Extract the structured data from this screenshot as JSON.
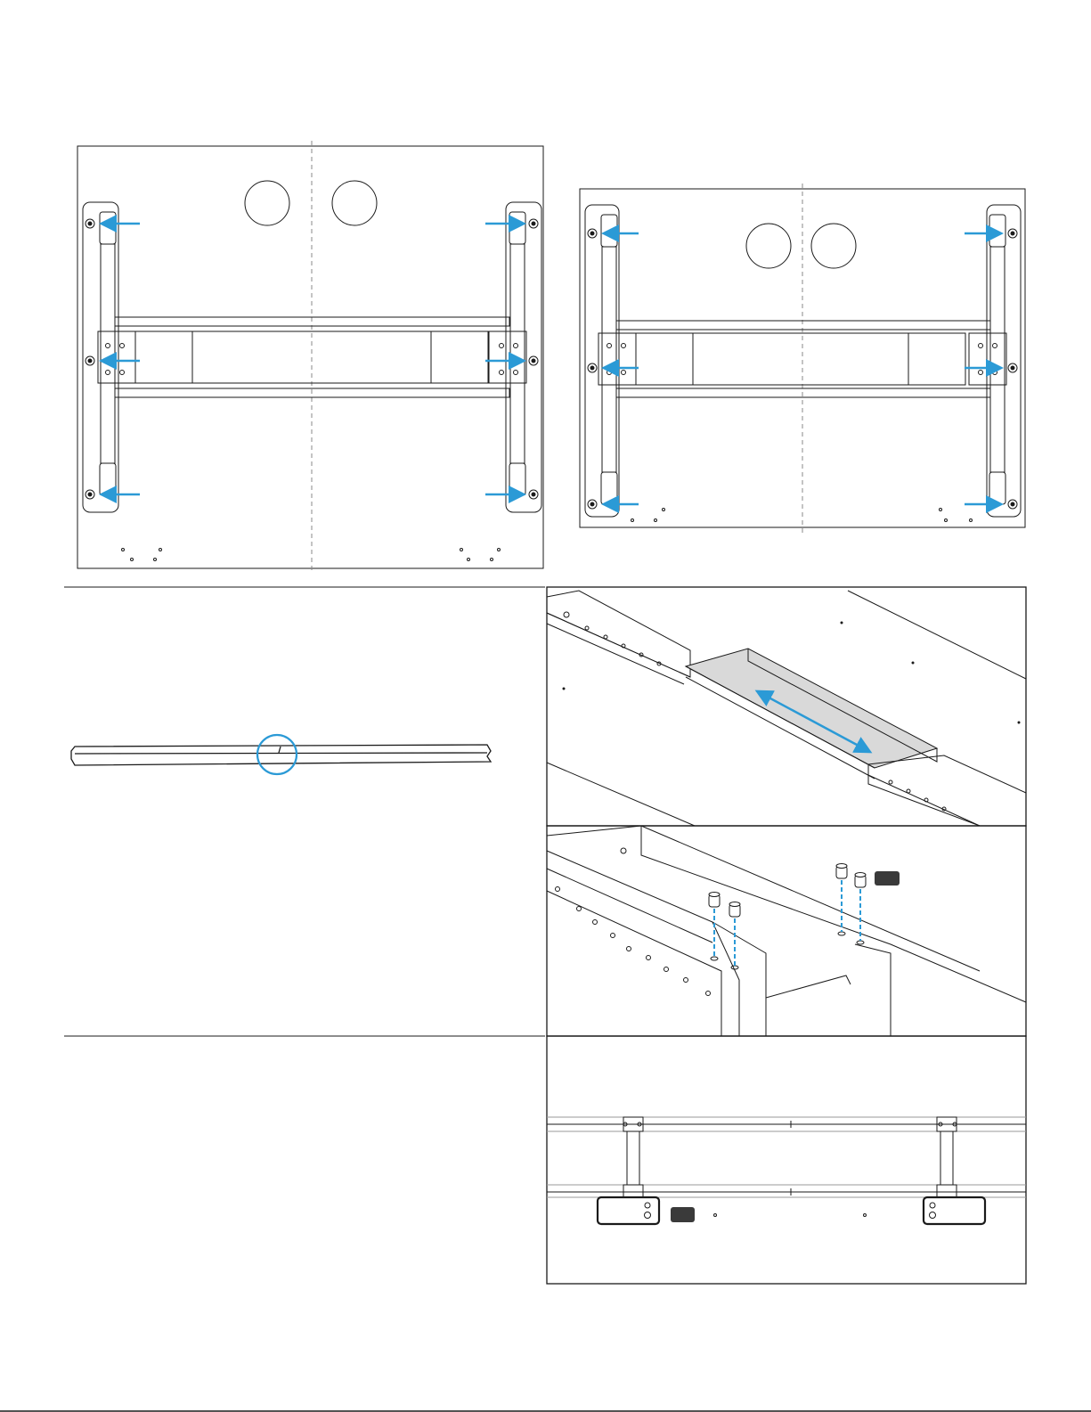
{
  "colors": {
    "line": "#1a1a1a",
    "accent": "#2b9ad6",
    "panel_fill": "#d9d9d9",
    "tag_fill": "#3a3a3a"
  },
  "figures": [
    {
      "name": "desk-frame-top-view-narrow",
      "arrows": 6,
      "grommets": 2
    },
    {
      "name": "desk-frame-top-view-wide",
      "arrows": 6,
      "grommets": 2
    },
    {
      "name": "rail-profile-detail",
      "highlight": "circle"
    },
    {
      "name": "rail-extension-perspective",
      "arrow": "double"
    },
    {
      "name": "rail-screw-insertion",
      "screws": 4
    },
    {
      "name": "rail-bracket-front-view",
      "brackets": 2
    }
  ],
  "icons": [
    "arrow-left-icon",
    "arrow-right-icon",
    "double-arrow-icon",
    "screw-icon",
    "part-tag-icon",
    "highlight-circle-icon"
  ]
}
